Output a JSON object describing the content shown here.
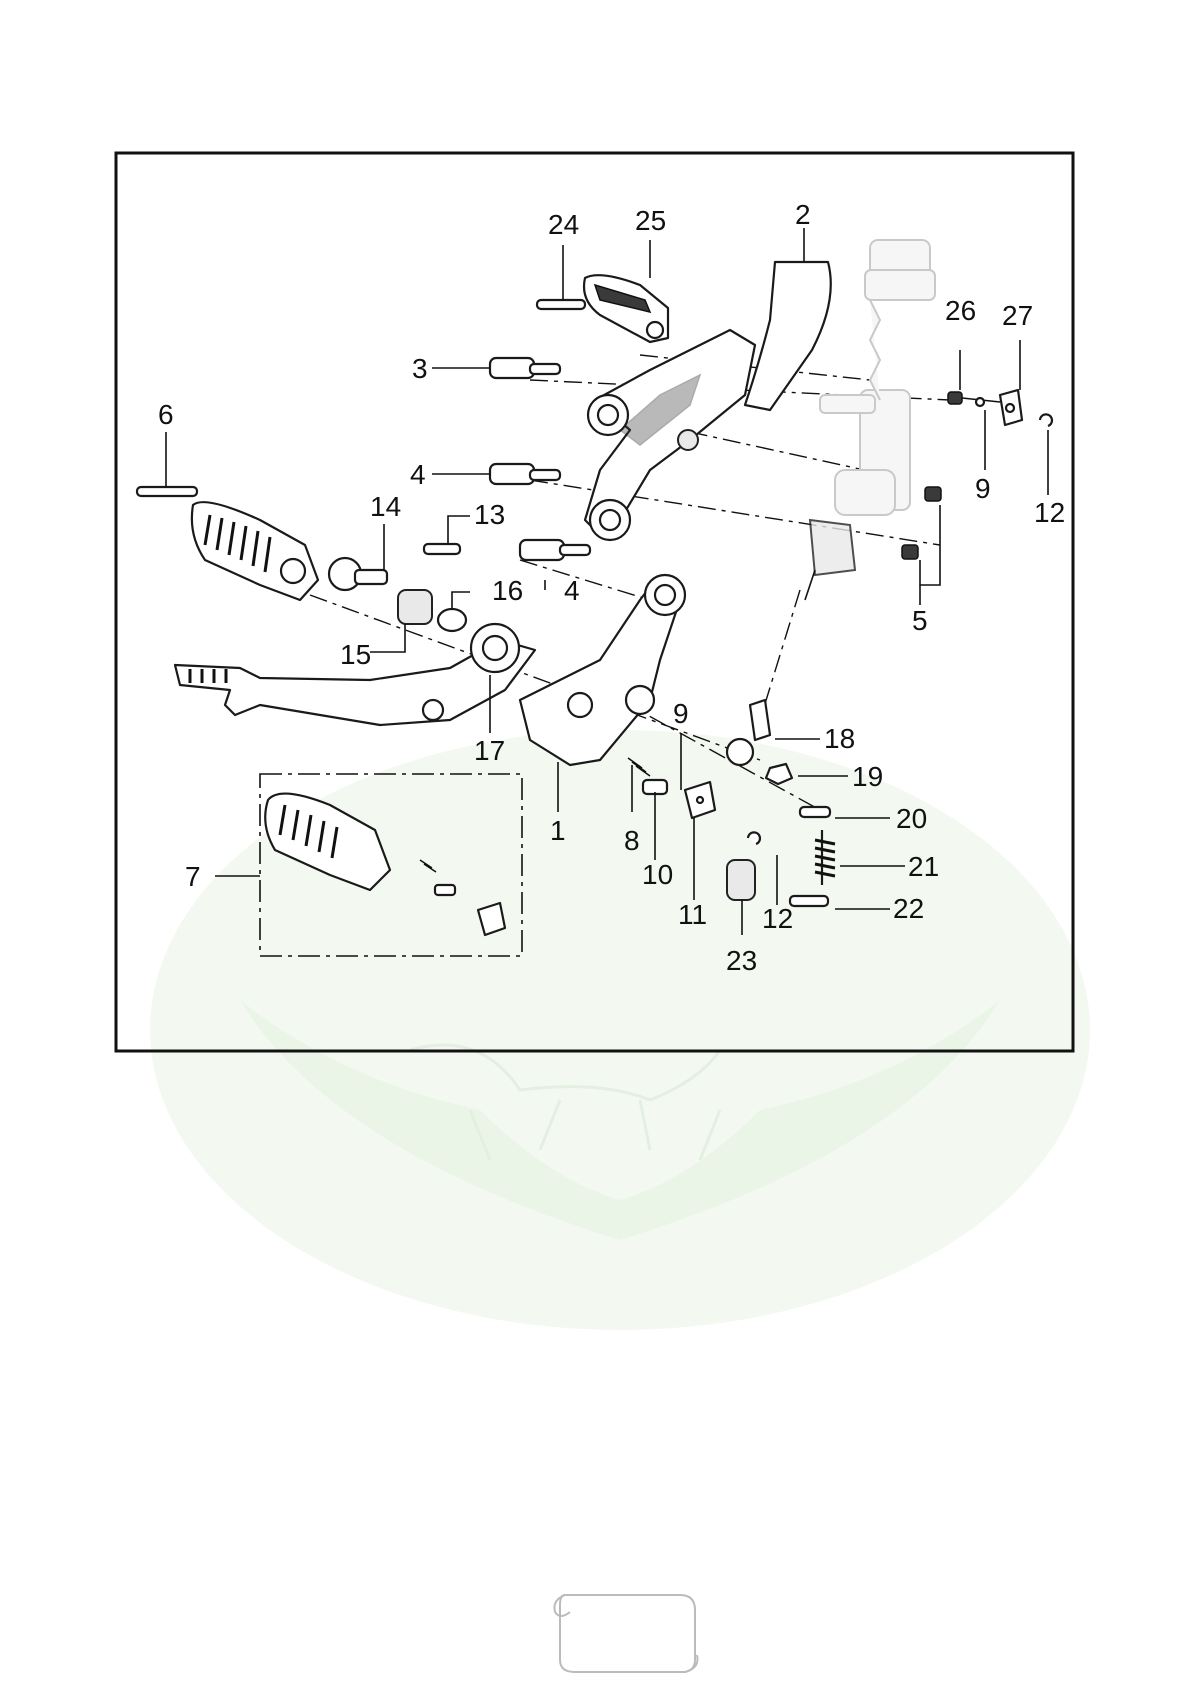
{
  "callouts": [
    {
      "id": "c1",
      "label": "1"
    },
    {
      "id": "c2",
      "label": "2"
    },
    {
      "id": "c3",
      "label": "3"
    },
    {
      "id": "c4a",
      "label": "4"
    },
    {
      "id": "c4b",
      "label": "4"
    },
    {
      "id": "c5",
      "label": "5"
    },
    {
      "id": "c6",
      "label": "6"
    },
    {
      "id": "c7",
      "label": "7"
    },
    {
      "id": "c8",
      "label": "8"
    },
    {
      "id": "c9a",
      "label": "9"
    },
    {
      "id": "c9b",
      "label": "9"
    },
    {
      "id": "c10",
      "label": "10"
    },
    {
      "id": "c11",
      "label": "11"
    },
    {
      "id": "c12a",
      "label": "12"
    },
    {
      "id": "c12b",
      "label": "12"
    },
    {
      "id": "c13",
      "label": "13"
    },
    {
      "id": "c14",
      "label": "14"
    },
    {
      "id": "c15",
      "label": "15"
    },
    {
      "id": "c16",
      "label": "16"
    },
    {
      "id": "c17",
      "label": "17"
    },
    {
      "id": "c18",
      "label": "18"
    },
    {
      "id": "c19",
      "label": "19"
    },
    {
      "id": "c20",
      "label": "20"
    },
    {
      "id": "c21",
      "label": "21"
    },
    {
      "id": "c22",
      "label": "22"
    },
    {
      "id": "c23",
      "label": "23"
    },
    {
      "id": "c24",
      "label": "24"
    },
    {
      "id": "c25",
      "label": "25"
    },
    {
      "id": "c26",
      "label": "26"
    },
    {
      "id": "c27",
      "label": "27"
    }
  ],
  "colors": {
    "ink": "#111111",
    "watermark": "#e9f4e6",
    "background": "#ffffff"
  },
  "icons": [
    "scroll-icon",
    "watermark-emblem"
  ]
}
